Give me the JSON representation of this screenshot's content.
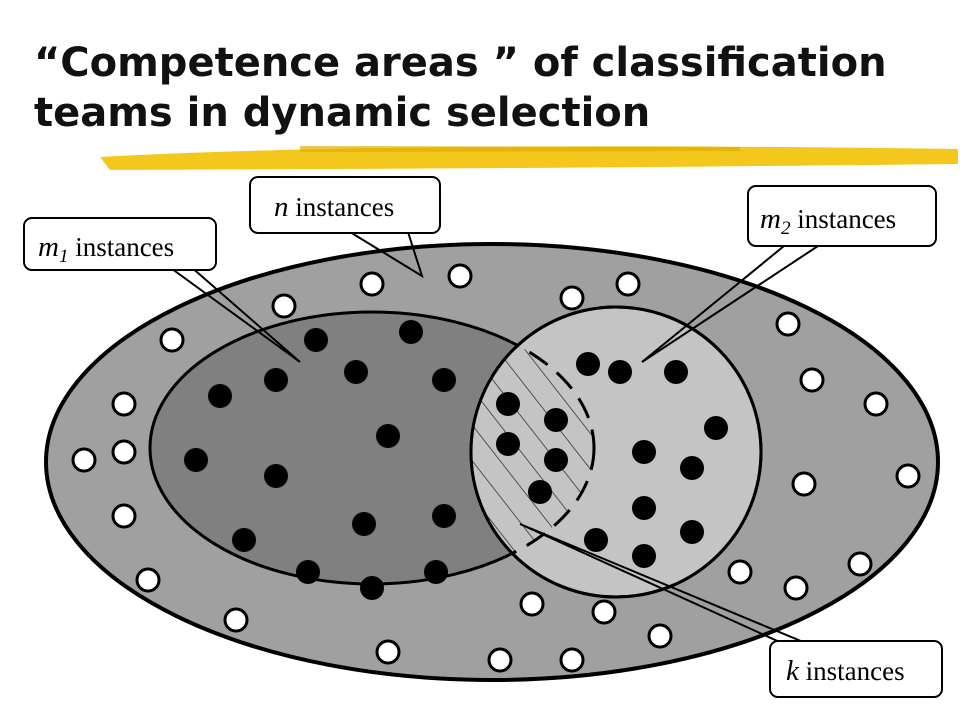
{
  "title": {
    "line1": "“Competence areas ” of classification",
    "line2": "teams in dynamic selection"
  },
  "colors": {
    "outer_region": "#a0a0a0",
    "team1_region": "#808080",
    "team2_region": "#c4c4c4",
    "highlight_underline": "#f2c40f",
    "instance_filled": "#000000",
    "instance_hollow": "#ffffff"
  },
  "callouts": {
    "n": {
      "var": "n",
      "sub": "",
      "text": " instances"
    },
    "m1": {
      "var": "m",
      "sub": "1",
      "text": " instances"
    },
    "m2": {
      "var": "m",
      "sub": "2",
      "text": " instances"
    },
    "k": {
      "var": "k",
      "sub": "",
      "text": " instances"
    }
  }
}
